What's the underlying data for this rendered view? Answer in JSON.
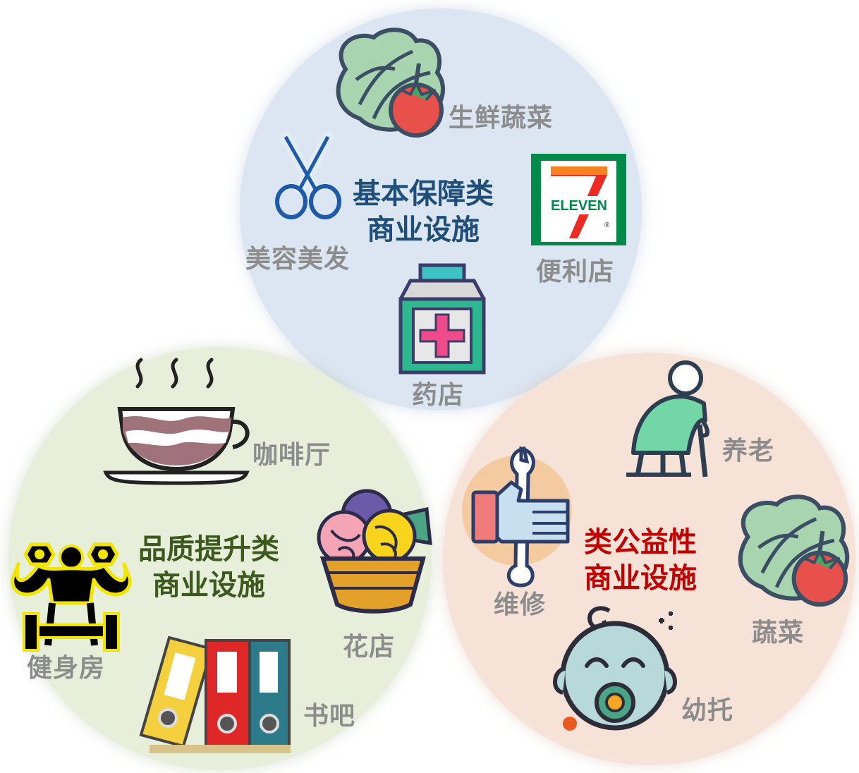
{
  "colors": {
    "top_circle": "#dbe6f2",
    "left_circle": "#e7efdb",
    "right_circle": "#f7e2d8",
    "top_title": "#1f4e79",
    "left_title": "#3d5a1e",
    "right_title": "#c00000",
    "item_label": "#8c8c8c"
  },
  "groups": {
    "basic": {
      "title_line1": "基本保障类",
      "title_line2": "商业设施",
      "items": {
        "fresh_veg": "生鲜蔬菜",
        "beauty": "美容美发",
        "convenience": "便利店",
        "pharmacy": "药店"
      },
      "icons": [
        "lettuce-tomato-icon",
        "scissors-icon",
        "seven-eleven-logo-icon",
        "medicine-bottle-icon"
      ]
    },
    "quality": {
      "title_line1": "品质提升类",
      "title_line2": "商业设施",
      "items": {
        "cafe": "咖啡厅",
        "gym": "健身房",
        "florist": "花店",
        "book_bar": "书吧"
      },
      "icons": [
        "coffee-cup-icon",
        "bodybuilder-icon",
        "flower-basket-icon",
        "binders-icon"
      ]
    },
    "welfare": {
      "title_line1": "类公益性",
      "title_line2": "商业设施",
      "items": {
        "elderly": "养老",
        "repair": "维修",
        "vegetables": "蔬菜",
        "childcare": "幼托"
      },
      "icons": [
        "elderly-person-icon",
        "wrench-hand-icon",
        "lettuce-tomato-icon",
        "baby-icon"
      ]
    }
  },
  "logo": {
    "seven_eleven_text": "ELEVEN",
    "registered_mark": "®"
  }
}
